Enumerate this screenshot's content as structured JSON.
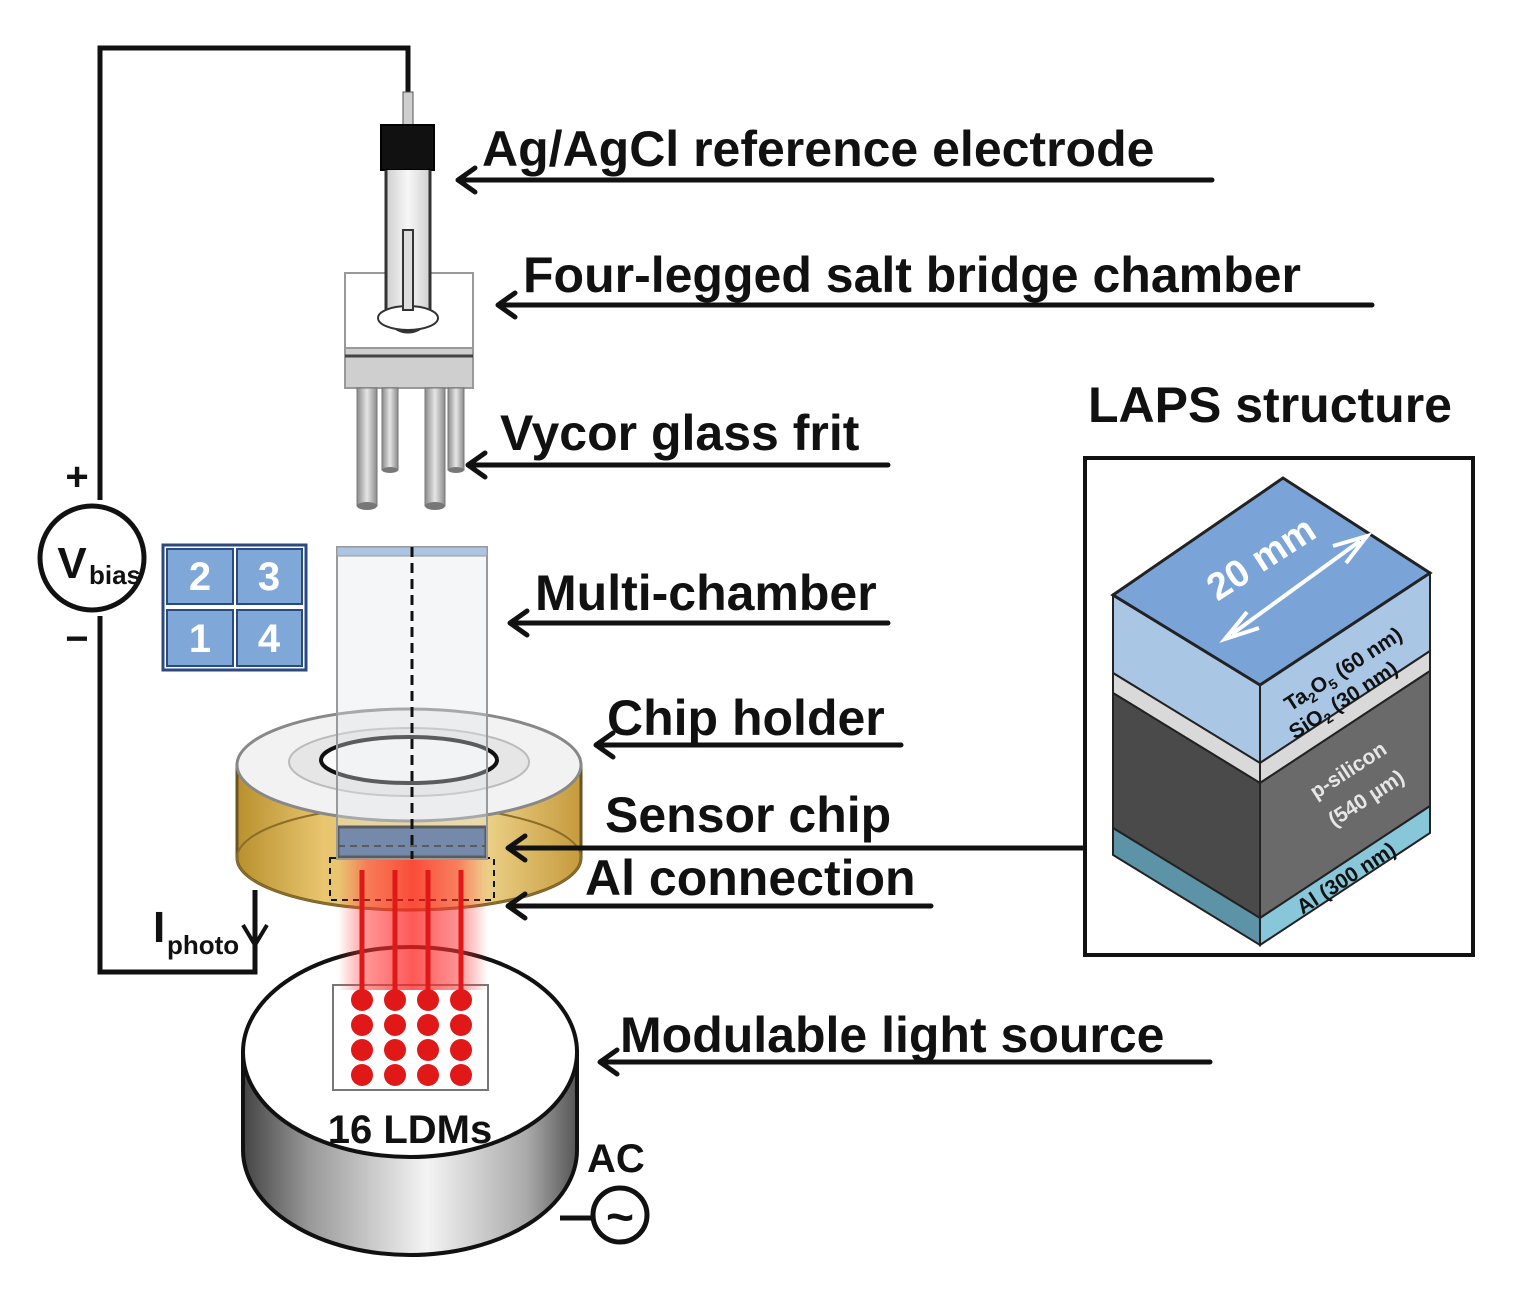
{
  "labels": {
    "reference_electrode": "Ag/AgCl reference electrode",
    "salt_bridge": "Four-legged salt bridge chamber",
    "glass_frit": "Vycor glass frit",
    "multi_chamber": "Multi-chamber",
    "chip_holder": "Chip holder",
    "sensor_chip": "Sensor chip",
    "al_connection": "Al connection",
    "light_source": "Modulable light source",
    "ldm_count": "16 LDMs",
    "ac": "AC",
    "ac_symbol": "~",
    "laps_title": "LAPS structure"
  },
  "bias": {
    "plus": "+",
    "minus": "−",
    "v_main": "V",
    "v_sub": "bias"
  },
  "photo": {
    "i_main": "I",
    "i_sub": "photo"
  },
  "chamber_grid": [
    "2",
    "3",
    "1",
    "4"
  ],
  "laps": {
    "dimension": "20 mm",
    "layers": {
      "ta_main": "Ta",
      "ta_sub1": "2",
      "ta_mid": "O",
      "ta_sub2": "5",
      "ta_thick": " (60 nm)",
      "sio_main": "SiO",
      "sio_sub": "2",
      "sio_thick": " (30 nm)",
      "psi_1": "p-silicon",
      "psi_2": "(540 µm)",
      "al": "Al (300 nm)"
    }
  },
  "colors": {
    "grid_blue": "#7fa8d8",
    "ta2o5": "#a9c6e4",
    "top_face": "#7aa4d8",
    "sio2": "#d9d9d9",
    "p_silicon": "#5a5a5a",
    "aluminum": "#88c7d9",
    "holder_gold": "#ddb65a",
    "laser_red": "#e01818"
  }
}
